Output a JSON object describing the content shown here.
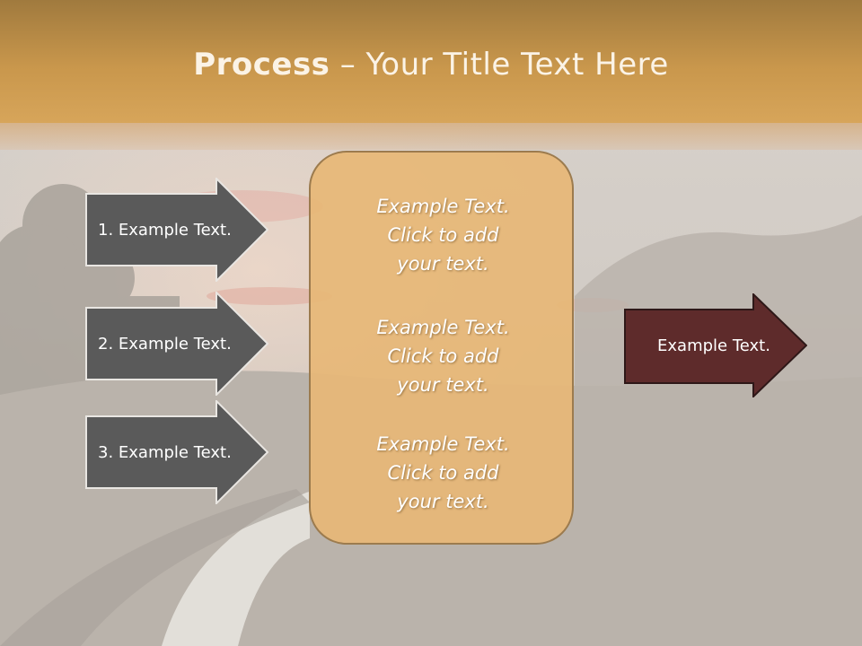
{
  "slide": {
    "title_bold": "Process",
    "title_rest": " – Your Title Text Here"
  },
  "left_steps": [
    {
      "label": "1. Example Text."
    },
    {
      "label": "2. Example Text."
    },
    {
      "label": "3. Example Text."
    }
  ],
  "center_panel": {
    "blocks": [
      {
        "line1": "Example Text.",
        "line2": "Click  to add",
        "line3": "your text."
      },
      {
        "line1": "Example Text.",
        "line2": "Click  to add",
        "line3": "your text."
      },
      {
        "line1": "Example Text.",
        "line2": "Click  to add",
        "line3": "your text."
      }
    ]
  },
  "result": {
    "label": "Example Text."
  },
  "colors": {
    "title_bar": "#c9974c",
    "step_arrow": "#5a5a5a",
    "center_panel": "#e7b776",
    "result_arrow": "#5e2b2b"
  }
}
